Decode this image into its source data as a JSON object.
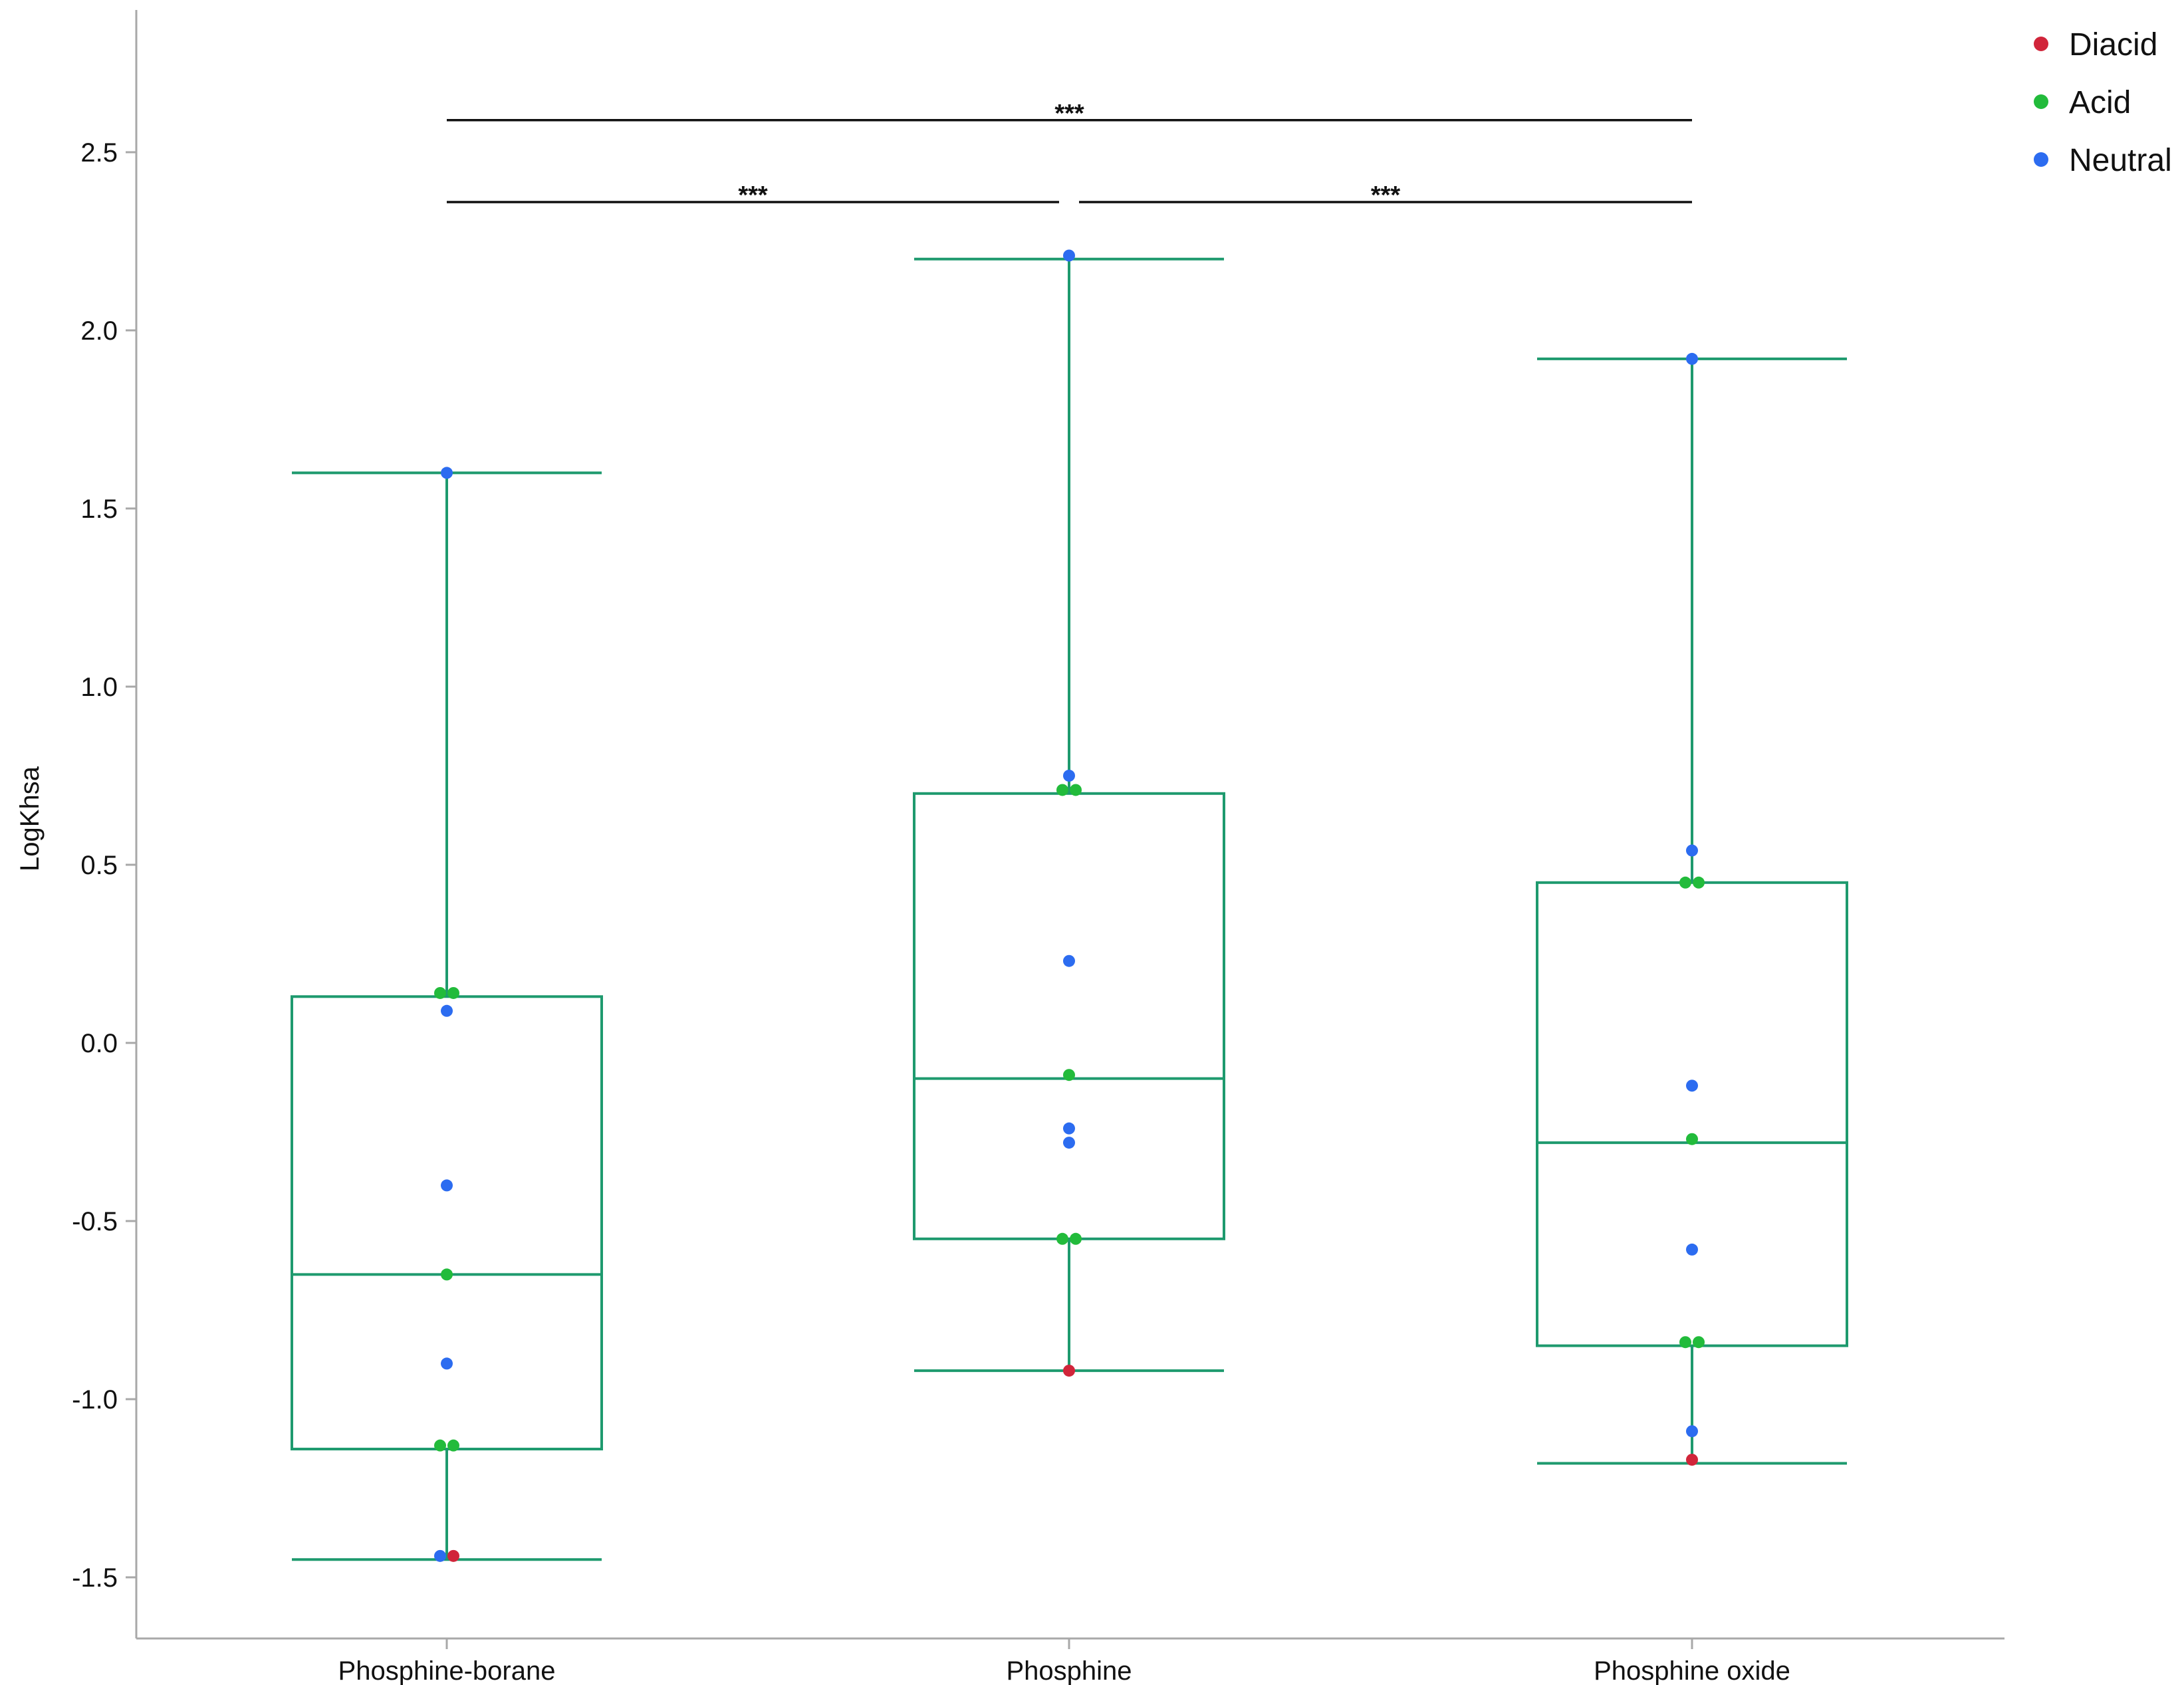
{
  "chart_data": {
    "type": "box",
    "ylabel": "LogKhsa",
    "xlabel": "",
    "ylim": [
      -1.65,
      2.9
    ],
    "yticks": [
      -1.5,
      -1.0,
      -0.5,
      0.0,
      0.5,
      1.0,
      1.5,
      2.0,
      2.5
    ],
    "ytick_labels": [
      "-1.5",
      "-1.0",
      "-0.5",
      "0.0",
      "0.5",
      "1.0",
      "1.5",
      "2.0",
      "2.5"
    ],
    "categories": [
      "Phosphine-borane",
      "Phosphine",
      "Phosphine oxide"
    ],
    "box_color": "#1e9a6e",
    "legend": {
      "placement": "top-right",
      "entries": [
        {
          "label": "Diacid",
          "color": "#d1253a"
        },
        {
          "label": "Acid",
          "color": "#22bb3b"
        },
        {
          "label": "Neutral",
          "color": "#2c6cf0"
        }
      ]
    },
    "boxes": [
      {
        "category": "Phosphine-borane",
        "whisker_low": -1.45,
        "q1": -1.14,
        "median": -0.65,
        "q3": 0.13,
        "whisker_high": 1.6
      },
      {
        "category": "Phosphine",
        "whisker_low": -0.92,
        "q1": -0.55,
        "median": -0.1,
        "q3": 0.7,
        "whisker_high": 2.2
      },
      {
        "category": "Phosphine oxide",
        "whisker_low": -1.18,
        "q1": -0.85,
        "median": -0.28,
        "q3": 0.45,
        "whisker_high": 1.92
      }
    ],
    "points": [
      {
        "category": "Phosphine-borane",
        "y": 1.6,
        "group": "Neutral",
        "jitter": 0
      },
      {
        "category": "Phosphine-borane",
        "y": 0.14,
        "group": "Acid",
        "jitter": -1
      },
      {
        "category": "Phosphine-borane",
        "y": 0.14,
        "group": "Acid",
        "jitter": 1
      },
      {
        "category": "Phosphine-borane",
        "y": 0.09,
        "group": "Neutral",
        "jitter": 0
      },
      {
        "category": "Phosphine-borane",
        "y": -0.4,
        "group": "Neutral",
        "jitter": 0
      },
      {
        "category": "Phosphine-borane",
        "y": -0.65,
        "group": "Acid",
        "jitter": 0
      },
      {
        "category": "Phosphine-borane",
        "y": -0.9,
        "group": "Neutral",
        "jitter": 0
      },
      {
        "category": "Phosphine-borane",
        "y": -1.13,
        "group": "Acid",
        "jitter": -1
      },
      {
        "category": "Phosphine-borane",
        "y": -1.13,
        "group": "Acid",
        "jitter": 1
      },
      {
        "category": "Phosphine-borane",
        "y": -1.44,
        "group": "Neutral",
        "jitter": -1
      },
      {
        "category": "Phosphine-borane",
        "y": -1.44,
        "group": "Diacid",
        "jitter": 1
      },
      {
        "category": "Phosphine",
        "y": 2.21,
        "group": "Neutral",
        "jitter": 0
      },
      {
        "category": "Phosphine",
        "y": 0.75,
        "group": "Neutral",
        "jitter": 0
      },
      {
        "category": "Phosphine",
        "y": 0.71,
        "group": "Acid",
        "jitter": -1
      },
      {
        "category": "Phosphine",
        "y": 0.71,
        "group": "Acid",
        "jitter": 1
      },
      {
        "category": "Phosphine",
        "y": 0.23,
        "group": "Neutral",
        "jitter": 0
      },
      {
        "category": "Phosphine",
        "y": -0.09,
        "group": "Acid",
        "jitter": 0
      },
      {
        "category": "Phosphine",
        "y": -0.24,
        "group": "Neutral",
        "jitter": 0
      },
      {
        "category": "Phosphine",
        "y": -0.28,
        "group": "Neutral",
        "jitter": 0
      },
      {
        "category": "Phosphine",
        "y": -0.55,
        "group": "Acid",
        "jitter": -1
      },
      {
        "category": "Phosphine",
        "y": -0.55,
        "group": "Acid",
        "jitter": 1
      },
      {
        "category": "Phosphine",
        "y": -0.92,
        "group": "Diacid",
        "jitter": 0
      },
      {
        "category": "Phosphine oxide",
        "y": 1.92,
        "group": "Neutral",
        "jitter": 0
      },
      {
        "category": "Phosphine oxide",
        "y": 0.54,
        "group": "Neutral",
        "jitter": 0
      },
      {
        "category": "Phosphine oxide",
        "y": 0.45,
        "group": "Acid",
        "jitter": -1
      },
      {
        "category": "Phosphine oxide",
        "y": 0.45,
        "group": "Acid",
        "jitter": 1
      },
      {
        "category": "Phosphine oxide",
        "y": -0.12,
        "group": "Neutral",
        "jitter": 0
      },
      {
        "category": "Phosphine oxide",
        "y": -0.27,
        "group": "Acid",
        "jitter": 0
      },
      {
        "category": "Phosphine oxide",
        "y": -0.58,
        "group": "Neutral",
        "jitter": 0
      },
      {
        "category": "Phosphine oxide",
        "y": -0.84,
        "group": "Acid",
        "jitter": -1
      },
      {
        "category": "Phosphine oxide",
        "y": -0.84,
        "group": "Acid",
        "jitter": 1
      },
      {
        "category": "Phosphine oxide",
        "y": -1.09,
        "group": "Neutral",
        "jitter": 0
      },
      {
        "category": "Phosphine oxide",
        "y": -1.17,
        "group": "Diacid",
        "jitter": 0
      }
    ],
    "significance": [
      {
        "from": "Phosphine-borane",
        "to": "Phosphine",
        "y": 2.36,
        "label": "***"
      },
      {
        "from": "Phosphine",
        "to": "Phosphine oxide",
        "y": 2.36,
        "label": "***"
      },
      {
        "from": "Phosphine-borane",
        "to": "Phosphine oxide",
        "y": 2.59,
        "label": "***"
      }
    ]
  }
}
